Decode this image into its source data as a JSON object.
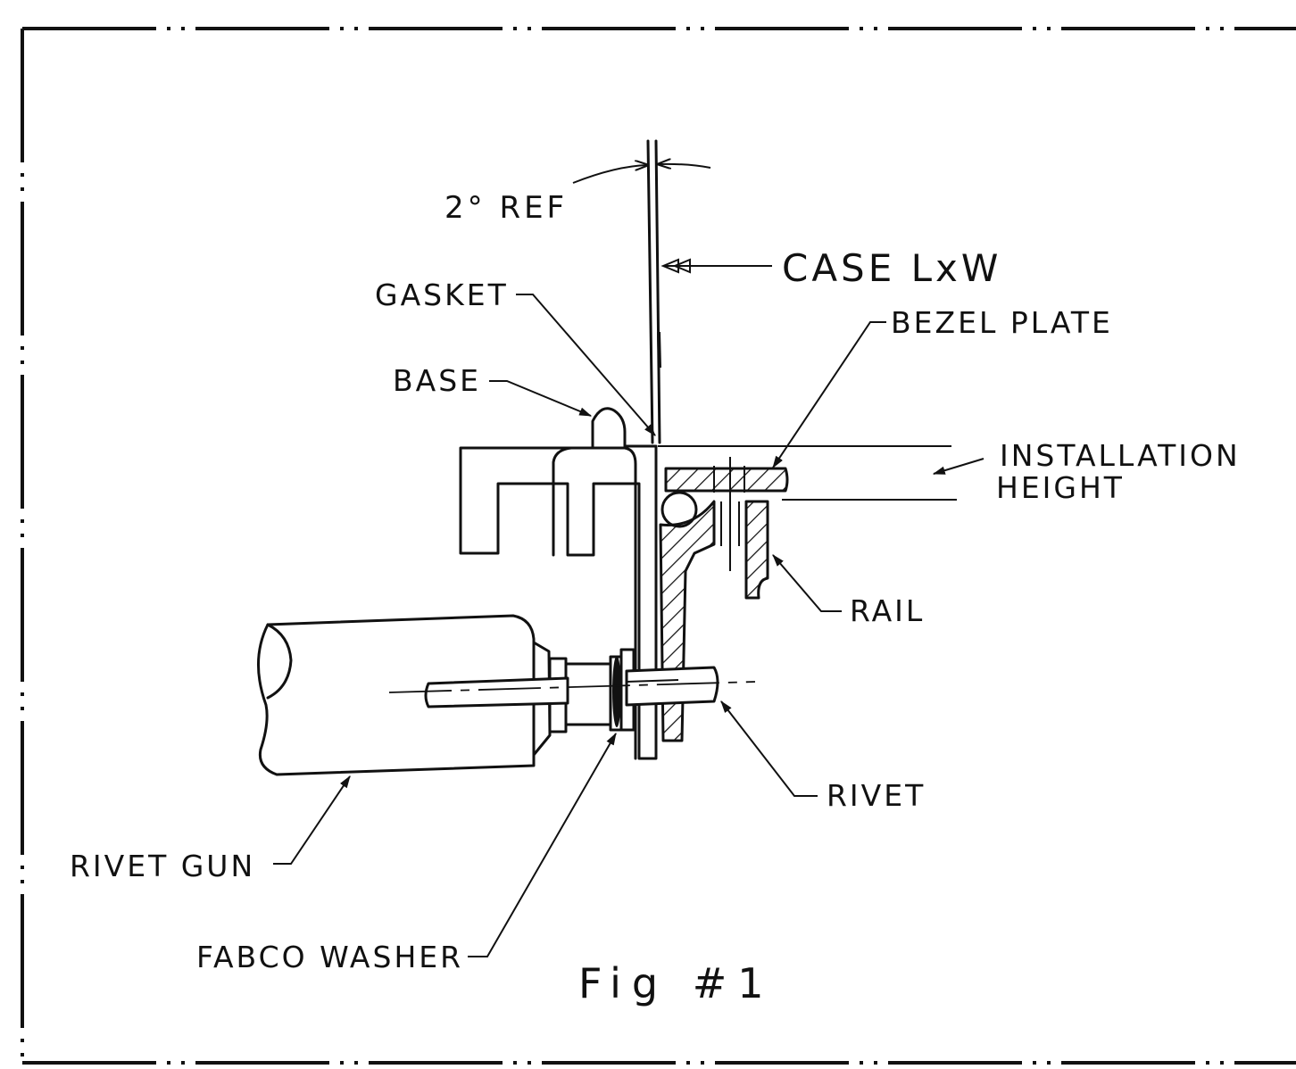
{
  "figure": {
    "caption": "Fig #1",
    "callouts": {
      "angle": "2° REF",
      "case": "CASE LxW",
      "gasket": "GASKET",
      "bezel_plate": "BEZEL PLATE",
      "base": "BASE",
      "installation_height_line1": "INSTALLATION",
      "installation_height_line2": "HEIGHT",
      "rail": "RAIL",
      "rivet": "RIVET",
      "rivet_gun": "RIVET GUN",
      "fabco_washer": "FABCO WASHER"
    }
  }
}
